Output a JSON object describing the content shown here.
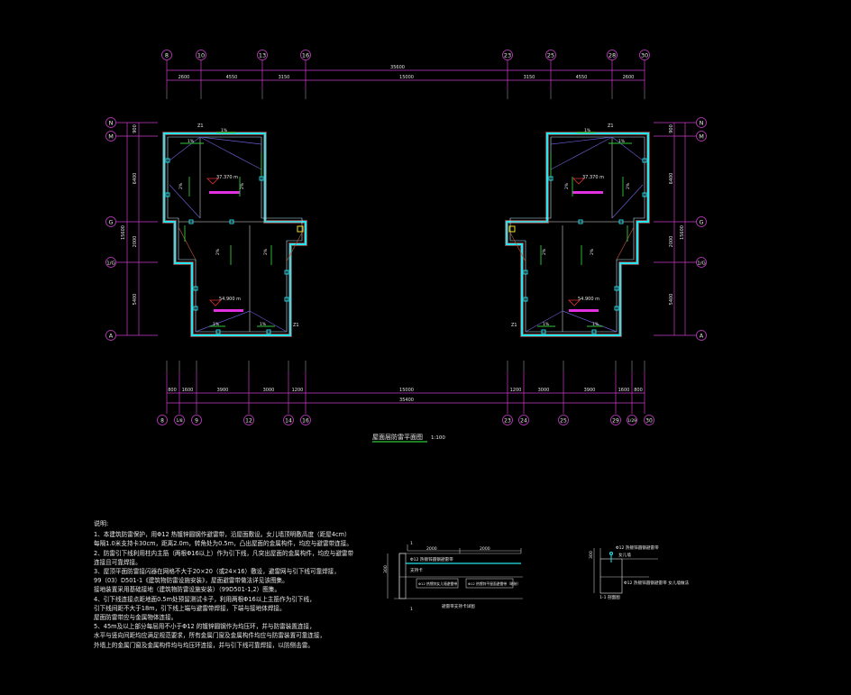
{
  "axes_top": [
    "8",
    "10",
    "13",
    "16",
    "23",
    "25",
    "28",
    "30"
  ],
  "axes_bottom": [
    "8",
    "1/8",
    "9",
    "12",
    "14",
    "16",
    "23",
    "24",
    "25",
    "29",
    "1/29",
    "30"
  ],
  "axes_rows": [
    "N",
    "M",
    "G",
    "1/G",
    "A"
  ],
  "dims_top_total": "35600",
  "dims_top": [
    "2600",
    "4550",
    "3150",
    "15000",
    "3150",
    "4550",
    "2600"
  ],
  "dims_bottom_total": "35400",
  "dims_bottom": [
    "800",
    "1600",
    "3900",
    "3000",
    "1200",
    "15000",
    "1200",
    "3000",
    "3900",
    "1600",
    "800"
  ],
  "dims_left": [
    "900",
    "6400",
    "2000",
    "5400",
    "15600"
  ],
  "dims_right": [
    "900",
    "6400",
    "2000",
    "5400",
    "15600"
  ],
  "markers": {
    "z1": "Z1",
    "slope_1pct": "1%",
    "slope_2pct": "2%"
  },
  "rooms": {
    "upper_left_level": "37.370 m",
    "lower_left_level": "54.900 m",
    "upper_right_level": "37.370 m",
    "lower_right_level": "54.900 m"
  },
  "drawing_title": "屋面层防雷平面图",
  "drawing_scale": "1:100",
  "notes": {
    "heading": "说明:",
    "lines": [
      "1、本建筑防雷保护，用Φ12 热镀锌圆钢作避雷带，沿屋面敷设。女儿墙顶明敷高度（距屋4cm）",
      "   每隔1.0米支持卡30cm，距离2.0m，转角处为0.5m，凸出屋面的金属构件，均应与避雷带连接。",
      "2、防雷引下线利用柱内主筋（两根Φ16以上）作为引下线，凡突出屋面的金属构件，均应与避雷带",
      "   连接且可靠焊接。",
      "3、屋顶平面防雷接闪器在网格不大于20×20（或24×16）敷设，避雷网与引下线可靠焊接，",
      "   99（03）D501-1《建筑物防雷设施安装》，屋面避雷带做法详见该图集。",
      "   接地装置采用基础接地（建筑物防雷设施安装）（99D501-1,2）图集。",
      "4、引下线连接点距地面0.5m处预留测试卡子，利用两根Φ16以上主筋作为引下线，",
      "   引下线间距不大于18m，引下线上端与避雷带焊接，下端与接地体焊接。",
      "   屋面防雷带应与金属物体连接。",
      "5、45m及以上部分每层用不小于Φ12 的镀锌圆钢作为均压环，并与防雷装置连接，",
      "   水平与竖向间距均应满足规范要求，所有金属门窗及金属构件均应与防雷装置可靠连接，",
      "   外墙上的金属门窗及金属构件均与均压环连接，并与引下线可靠焊接，以防侧击雷。"
    ]
  },
  "section_a": {
    "dim_2000_a": "2000",
    "dim_2000_b": "2000",
    "dim_v": "300",
    "label_top": "Φ12 热镀锌圆钢避雷带",
    "label_mid1": "支持卡",
    "label_box1": "Φ12 热镀锌女儿墙避雷带",
    "label_box2": "Φ12 热镀锌平屋面避雷带（暗装）",
    "label_bottom": "避雷带支持卡详图",
    "mark_top": "1",
    "mark_bottom": "1"
  },
  "section_b": {
    "dim_v": "300",
    "label_top": "Φ12 热镀锌圆钢避雷带",
    "label_top2": "女儿墙",
    "label_mid": "Φ12 热镀锌圆钢避雷带 女儿墙做法",
    "label_bottom": "1-1 剖面图"
  }
}
